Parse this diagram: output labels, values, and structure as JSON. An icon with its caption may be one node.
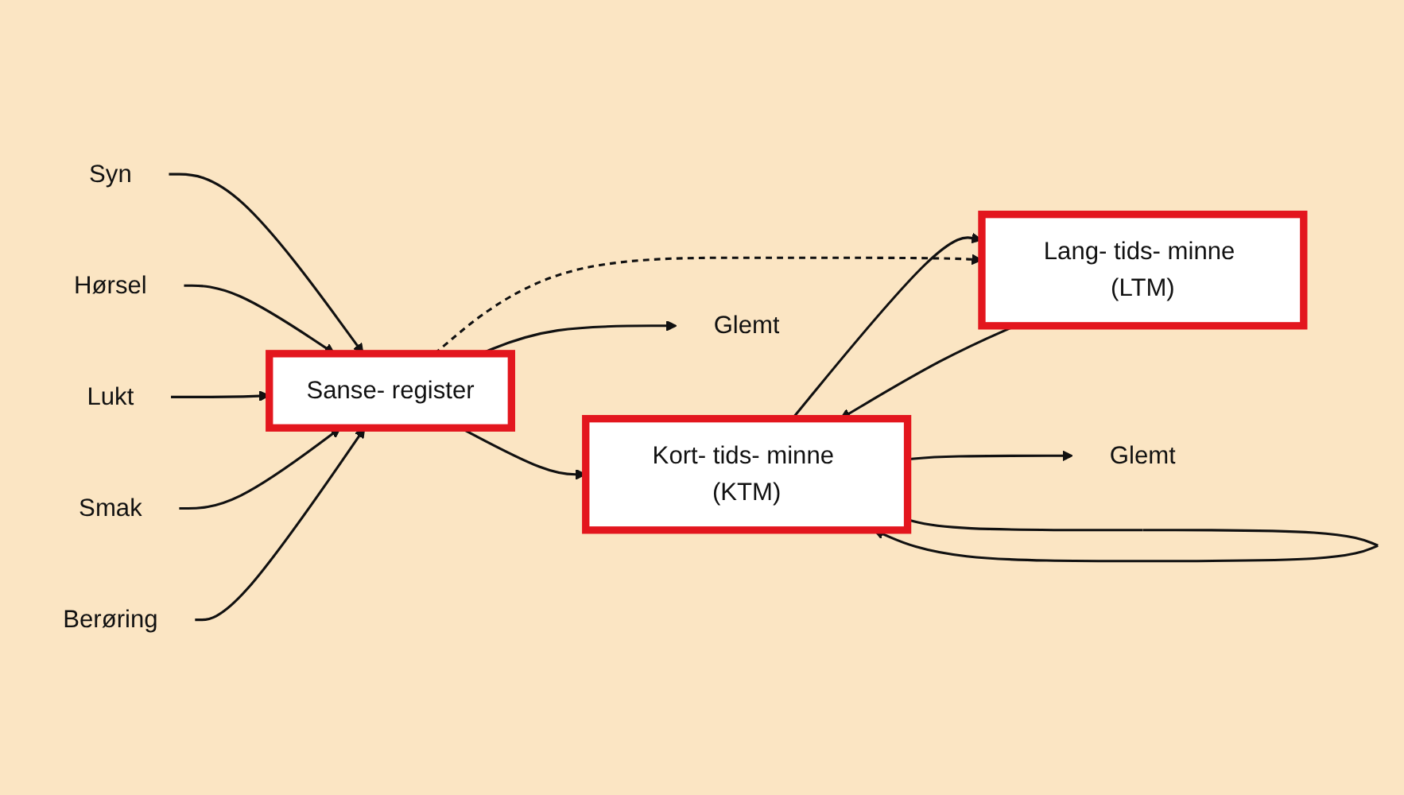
{
  "diagram": {
    "nodes": [
      {
        "text": [
          "Syn"
        ]
      },
      {
        "text": [
          "Hørsel"
        ]
      },
      {
        "text": [
          "Lukt"
        ]
      },
      {
        "text": [
          "Smak"
        ]
      },
      {
        "text": [
          "Berøring"
        ]
      },
      {
        "text": [
          "Sanse- register"
        ]
      },
      {
        "text": [
          "Kort- tids- minne (KTM)"
        ]
      },
      {
        "text": [
          "Lang- tids- minne (LTM)"
        ]
      },
      {
        "text": [
          "Glemt"
        ]
      },
      {
        "text": [
          "Glemt"
        ]
      }
    ],
    "edges": [
      {
        "from": 0,
        "to": 5,
        "arrow": "to"
      },
      {
        "from": 1,
        "to": 5,
        "arrow": "to"
      },
      {
        "from": 2,
        "to": 5,
        "arrow": "to"
      },
      {
        "from": 3,
        "to": 5,
        "arrow": "to"
      },
      {
        "from": 4,
        "to": 5,
        "arrow": "to"
      },
      {
        "from": 5,
        "to": 6,
        "arrow": "to"
      },
      {
        "from": 6,
        "to": 6,
        "arrow": "to"
      },
      {
        "from": 6,
        "to": 7,
        "arrow": "to"
      },
      {
        "from": 7,
        "to": 6,
        "arrow": "to"
      },
      {
        "from": 5,
        "to": 7,
        "arrow": "to",
        "style": "dashed"
      },
      {
        "from": 5,
        "to": 8,
        "arrow": "to"
      },
      {
        "from": 6,
        "to": 9,
        "arrow": "to"
      }
    ]
  }
}
